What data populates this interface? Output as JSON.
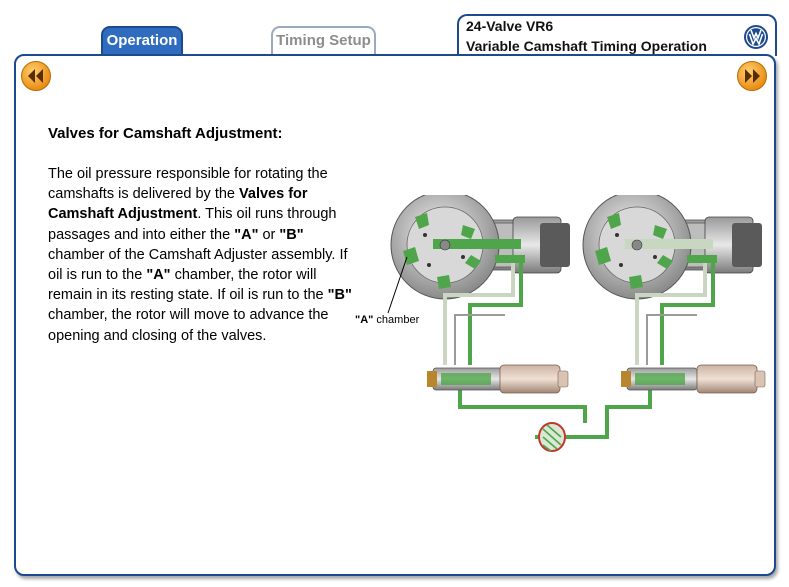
{
  "tabs": {
    "operation": "Operation",
    "timing_setup": "Timing Setup"
  },
  "title": {
    "line1": "24-Valve VR6",
    "line2": "Variable Camshaft Timing Operation"
  },
  "content": {
    "heading": "Valves for Camshaft Adjustment:",
    "p1": "The oil pressure responsible for  rotating the camshafts is delivered by the ",
    "p1_bold": "Valves for Camshaft Adjustment",
    "p2": ". This oil runs through passages and into either the ",
    "q_a1": "\"A\"",
    "p3": " or ",
    "q_b1": "\"B\"",
    "p4": " chamber of the Camshaft Adjuster assembly. If oil is run to the ",
    "q_a2": "\"A\"",
    "p5": " chamber, the rotor will remain in its resting state. If oil is run to the ",
    "q_b2": "\"B\"",
    "p6": " chamber, the rotor will move to advance the opening and closing of the valves."
  },
  "diagram": {
    "label_quote": "\"A\"",
    "label_text": " chamber"
  },
  "icons": {
    "prev": "rewind-icon",
    "next": "fast-forward-icon",
    "logo": "vw-logo"
  },
  "colors": {
    "accent": "#1c4a8c",
    "tab_active": "#2f6cbf",
    "nav_orange": "#f0a020",
    "oil_green": "#4fa64a"
  }
}
